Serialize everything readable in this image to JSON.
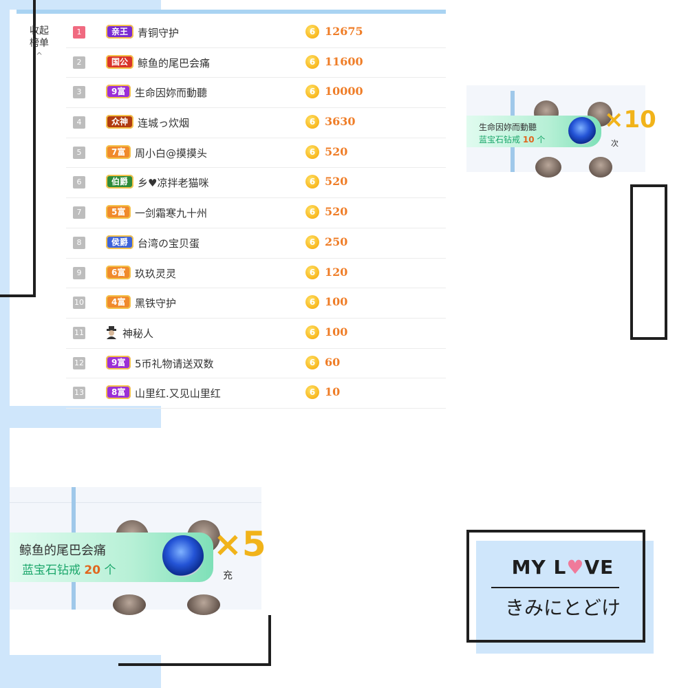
{
  "collapse": {
    "line1": "收起",
    "line2": "榜单",
    "arrow_glyph": "^"
  },
  "ranking": [
    {
      "rank": "1",
      "badge": "亲王",
      "badge_color": "#7a2bd1",
      "name": "青铜守护",
      "amount": "12675"
    },
    {
      "rank": "2",
      "badge": "国公",
      "badge_color": "#d9342a",
      "name": "鲸鱼的尾巴会痛",
      "amount": "11600"
    },
    {
      "rank": "3",
      "badge": "9富",
      "badge_color": "#9b2fd6",
      "name": "生命因妳而動聽",
      "amount": "10000"
    },
    {
      "rank": "4",
      "badge": "众神",
      "badge_color": "#b03b10",
      "name": "连城っ炊烟",
      "amount": "3630"
    },
    {
      "rank": "5",
      "badge": "7富",
      "badge_color": "#f08a2c",
      "name": "周小白@摸摸头",
      "amount": "520"
    },
    {
      "rank": "6",
      "badge": "伯爵",
      "badge_color": "#2e8b3a",
      "name": "乡♥凉拌老猫咪",
      "amount": "520"
    },
    {
      "rank": "7",
      "badge": "5富",
      "badge_color": "#f08a2c",
      "name": "一剑霜寒九十州",
      "amount": "520"
    },
    {
      "rank": "8",
      "badge": "侯爵",
      "badge_color": "#3e63d8",
      "name": "台湾の宝贝蛋",
      "amount": "250"
    },
    {
      "rank": "9",
      "badge": "6富",
      "badge_color": "#f08a2c",
      "name": "玖玖灵灵",
      "amount": "120"
    },
    {
      "rank": "10",
      "badge": "4富",
      "badge_color": "#f08a2c",
      "name": "黑铁守护",
      "amount": "100"
    },
    {
      "rank": "11",
      "badge": "",
      "badge_color": "",
      "name": "神秘人",
      "amount": "100"
    },
    {
      "rank": "12",
      "badge": "9富",
      "badge_color": "#9b2fd6",
      "name": "5币礼物请送双数",
      "amount": "60"
    },
    {
      "rank": "13",
      "badge": "8富",
      "badge_color": "#9b2fd6",
      "name": "山里红.又见山里红",
      "amount": "10"
    }
  ],
  "coin_glyph": "6",
  "gift_panel_1": {
    "sender": "生命因妳而動聽",
    "gift": "蓝宝石钻戒",
    "count": "10",
    "unit": "个",
    "multiplier": "×10",
    "side_text": "次"
  },
  "gift_panel_2": {
    "sender": "鲸鱼的尾巴会痛",
    "gift": "蓝宝石钻戒",
    "count": "20",
    "unit": "个",
    "multiplier": "×5",
    "side_text": "充"
  },
  "card": {
    "title_pre": "MY L",
    "title_heart": "♥",
    "title_post": "VE",
    "subtitle": "きみにとどけ"
  },
  "colors": {
    "accent_blue": "#cfe6fb",
    "amount_orange": "#ef7d27",
    "gift_green": "#1aa66a"
  }
}
